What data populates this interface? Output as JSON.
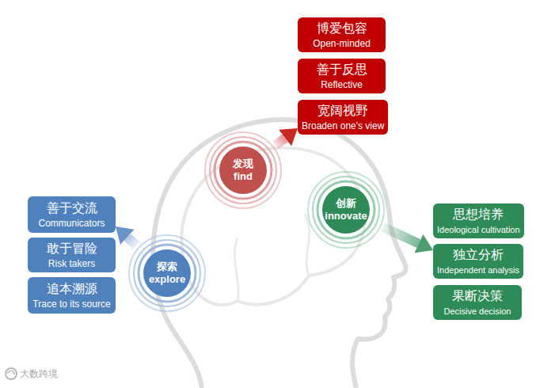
{
  "diagram": {
    "nodes": [
      {
        "text": [
          "博爱包容",
          "Open-minded"
        ]
      },
      {
        "text": [
          "善于反思",
          "Reflective"
        ]
      },
      {
        "text": [
          "宽阔视野",
          "Broaden one's view"
        ]
      },
      {
        "text": [
          "发现",
          "find"
        ]
      },
      {
        "text": [
          "善于交流",
          "Communicators"
        ]
      },
      {
        "text": [
          "敢于冒险",
          "Risk takers"
        ]
      },
      {
        "text": [
          "追本溯源",
          "Trace to its source"
        ]
      },
      {
        "text": [
          "探索",
          "explore"
        ]
      },
      {
        "text": [
          "创新",
          "innovate"
        ]
      },
      {
        "text": [
          "思想培养",
          "Ideological cultivation"
        ]
      },
      {
        "text": [
          "独立分析",
          "Independent analysis"
        ]
      },
      {
        "text": [
          "果断决策",
          "Decisive decision"
        ]
      }
    ],
    "edges": [
      {
        "from": 3,
        "to": 2,
        "arrow": "to"
      },
      {
        "from": 7,
        "to": 4,
        "arrow": "to"
      },
      {
        "from": 8,
        "to": 10,
        "arrow": "to"
      }
    ],
    "labels": [
      "大数跨境"
    ]
  }
}
